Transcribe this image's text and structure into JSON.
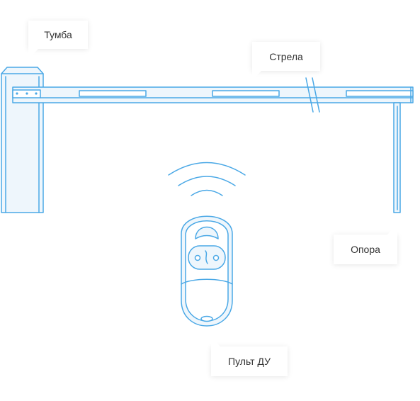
{
  "colors": {
    "line": "#4aa8e6",
    "fill": "#eef6fc",
    "label_text": "#333333",
    "background": "#ffffff"
  },
  "labels": {
    "tumba": "Тумба",
    "strela": "Стрела",
    "opora": "Опора",
    "pult": "Пульт ДУ"
  },
  "icons": {
    "pedestal": "barrier-pedestal-icon",
    "boom": "barrier-boom-icon",
    "support": "boom-support-icon",
    "remote": "remote-control-icon",
    "signal": "wireless-signal-icon"
  }
}
